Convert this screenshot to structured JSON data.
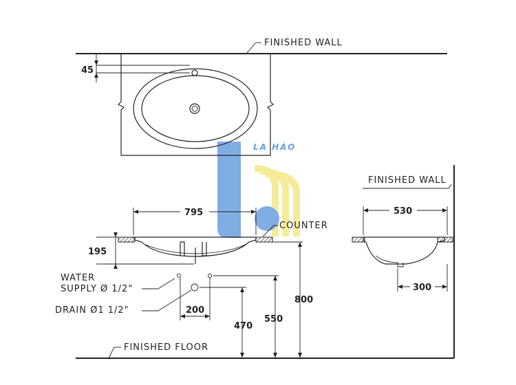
{
  "labels": {
    "finished_wall_top": "FINISHED WALL",
    "finished_wall_right": "FINISHED WALL",
    "counter": "COUNTER",
    "water_supply_line1": "WATER",
    "water_supply_line2": "SUPPLY Ø 1/2\"",
    "drain": "DRAIN Ø1 1/2\"",
    "finished_floor": "FINISHED FLOOR"
  },
  "dimensions": {
    "wall_to_faucet_hole": "45",
    "basin_width": "795",
    "basin_height": "195",
    "supply_spacing": "200",
    "drain_height": "470",
    "supply_height": "550",
    "counter_height": "800",
    "side_depth": "530",
    "side_drain_offset": "300"
  },
  "watermark": {
    "text": "LA HÀO",
    "colors": {
      "blue": "#6a9fe0",
      "yellow": "#f3e98a"
    }
  },
  "colors": {
    "line": "#222222"
  }
}
